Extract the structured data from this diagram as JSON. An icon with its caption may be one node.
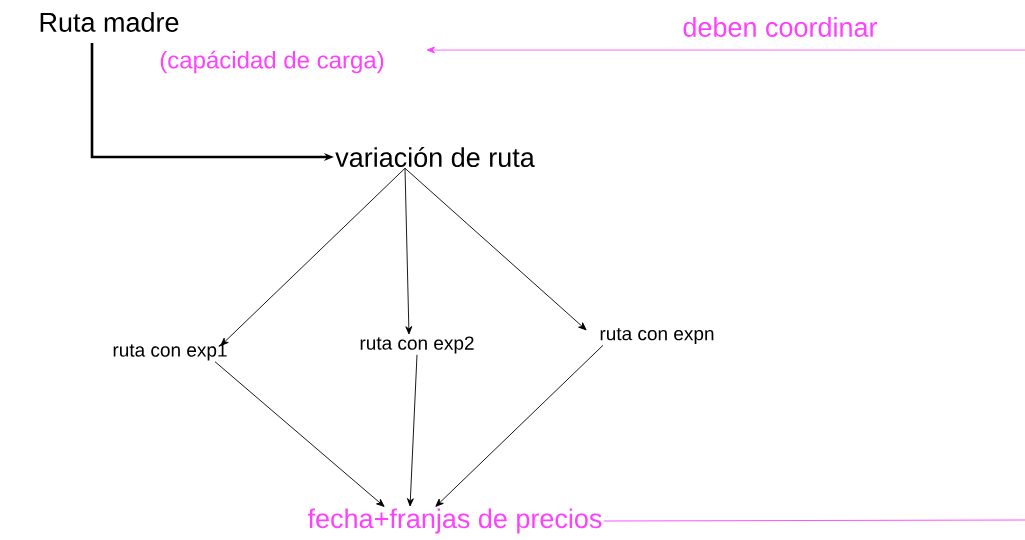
{
  "diagram": {
    "nodes": [
      {
        "text": [
          "Ruta madre"
        ]
      },
      {
        "text": [
          "(capácidad de carga)"
        ]
      },
      {
        "text": [
          "variación de ruta"
        ]
      },
      {
        "text": [
          "ruta con exp1"
        ]
      },
      {
        "text": [
          "ruta con exp2"
        ]
      },
      {
        "text": [
          "ruta con expn"
        ]
      },
      {
        "text": [
          "fecha+franjas de precios"
        ]
      }
    ],
    "edges": [
      {
        "from": 0,
        "to": 2,
        "arrow": "to",
        "style": "thick"
      },
      {
        "from": 2,
        "to": 3,
        "arrow": "to"
      },
      {
        "from": 2,
        "to": 4,
        "arrow": "to"
      },
      {
        "from": 2,
        "to": 5,
        "arrow": "to"
      },
      {
        "from": 3,
        "to": 6,
        "arrow": "to"
      },
      {
        "from": 4,
        "to": 6,
        "arrow": "to"
      },
      {
        "from": 5,
        "to": 6,
        "arrow": "to"
      },
      {
        "from": null,
        "to": 1,
        "arrow": "to",
        "label": "deben coordinar",
        "color": "#ff40ff"
      },
      {
        "from": 6,
        "to": null,
        "arrow": "none",
        "color": "#ff40ff"
      }
    ]
  }
}
